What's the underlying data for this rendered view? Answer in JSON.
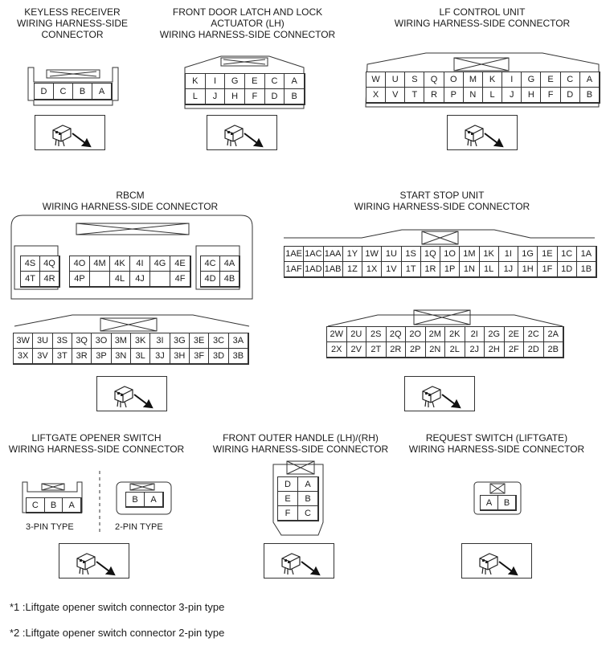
{
  "titles": {
    "keyless": [
      "KEYLESS RECEIVER",
      "WIRING HARNESS-SIDE",
      "CONNECTOR"
    ],
    "front_latch": [
      "FRONT DOOR LATCH AND LOCK",
      "ACTUATOR (LH)",
      "WIRING HARNESS-SIDE CONNECTOR"
    ],
    "lf_control": [
      "LF CONTROL UNIT",
      "WIRING HARNESS-SIDE CONNECTOR"
    ],
    "rbcm": [
      "RBCM",
      "WIRING HARNESS-SIDE CONNECTOR"
    ],
    "start_stop": [
      "START STOP UNIT",
      "WIRING HARNESS-SIDE CONNECTOR"
    ],
    "liftgate_opener": [
      "LIFTGATE OPENER SWITCH",
      "WIRING HARNESS-SIDE CONNECTOR"
    ],
    "front_handle": [
      "FRONT OUTER HANDLE (LH)/(RH)",
      "WIRING HARNESS-SIDE CONNECTOR"
    ],
    "request_switch": [
      "REQUEST SWITCH (LIFTGATE)",
      "WIRING HARNESS-SIDE CONNECTOR"
    ]
  },
  "connectors": {
    "keyless": [
      [
        "D",
        "C",
        "B",
        "A"
      ]
    ],
    "front_latch": [
      [
        "K",
        "I",
        "G",
        "E",
        "C",
        "A"
      ],
      [
        "L",
        "J",
        "H",
        "F",
        "D",
        "B"
      ]
    ],
    "lf_control": [
      [
        "W",
        "U",
        "S",
        "Q",
        "O",
        "M",
        "K",
        "I",
        "G",
        "E",
        "C",
        "A"
      ],
      [
        "X",
        "V",
        "T",
        "R",
        "P",
        "N",
        "L",
        "J",
        "H",
        "F",
        "D",
        "B"
      ]
    ],
    "rbcm_4_left": [
      [
        "4S",
        "4Q"
      ],
      [
        "4T",
        "4R"
      ]
    ],
    "rbcm_4_mid": [
      [
        "4O",
        "4M",
        "4K",
        "4I",
        "4G",
        "4E"
      ],
      [
        "4P",
        "",
        "4L",
        "4J",
        "",
        "4F"
      ]
    ],
    "rbcm_4_right": [
      [
        "4C",
        "4A"
      ],
      [
        "4D",
        "4B"
      ]
    ],
    "rbcm_3": [
      [
        "3W",
        "3U",
        "3S",
        "3Q",
        "3O",
        "3M",
        "3K",
        "3I",
        "3G",
        "3E",
        "3C",
        "3A"
      ],
      [
        "3X",
        "3V",
        "3T",
        "3R",
        "3P",
        "3N",
        "3L",
        "3J",
        "3H",
        "3F",
        "3D",
        "3B"
      ]
    ],
    "start_stop_1": [
      [
        "1AE",
        "1AC",
        "1AA",
        "1Y",
        "1W",
        "1U",
        "1S",
        "1Q",
        "1O",
        "1M",
        "1K",
        "1I",
        "1G",
        "1E",
        "1C",
        "1A"
      ],
      [
        "1AF",
        "1AD",
        "1AB",
        "1Z",
        "1X",
        "1V",
        "1T",
        "1R",
        "1P",
        "1N",
        "1L",
        "1J",
        "1H",
        "1F",
        "1D",
        "1B"
      ]
    ],
    "start_stop_2": [
      [
        "2W",
        "2U",
        "2S",
        "2Q",
        "2O",
        "2M",
        "2K",
        "2I",
        "2G",
        "2E",
        "2C",
        "2A"
      ],
      [
        "2X",
        "2V",
        "2T",
        "2R",
        "2P",
        "2N",
        "2L",
        "2J",
        "2H",
        "2F",
        "2D",
        "2B"
      ]
    ],
    "liftgate_3pin": [
      [
        "C",
        "B",
        "A"
      ]
    ],
    "liftgate_2pin": [
      [
        "B",
        "A"
      ]
    ],
    "front_handle": [
      [
        "D",
        "A"
      ],
      [
        "E",
        "B"
      ],
      [
        "F",
        "C"
      ]
    ],
    "request_switch": [
      [
        "A",
        "B"
      ]
    ]
  },
  "type_labels": {
    "three_pin": "3-PIN TYPE",
    "two_pin": "2-PIN TYPE"
  },
  "notes": [
    "*1 :Liftgate opener switch connector 3-pin type",
    "*2 :Liftgate opener switch connector 2-pin type"
  ],
  "icons": [
    "connector-view-icon"
  ]
}
